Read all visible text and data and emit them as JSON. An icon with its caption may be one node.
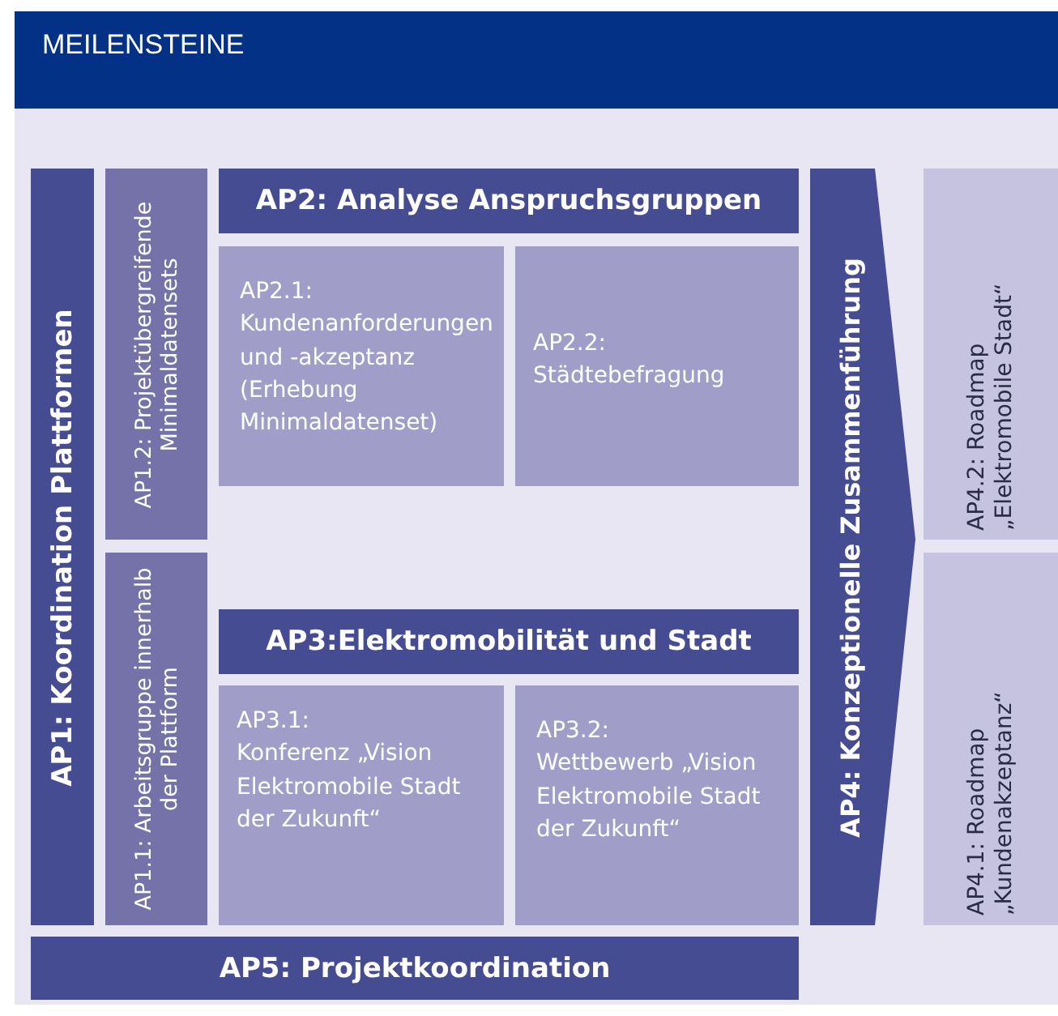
{
  "diagram": {
    "title": "MEILENSTEINE",
    "nodes": [
      {
        "text": [
          "AP1: Koordination Plattformen"
        ]
      },
      {
        "text": [
          "AP1.2: Projektübergreifende Minimaldatensets"
        ]
      },
      {
        "text": [
          "AP2: Analyse Anspruchsgruppen"
        ]
      },
      {
        "text": [
          "AP2.1:",
          "Kundenanforderungen und -akzeptanz (Erhebung Minimaldatenset)"
        ]
      },
      {
        "text": [
          "AP2.2:",
          "Städtebefragung"
        ]
      },
      {
        "text": [
          "AP4: Konzeptionelle Zusammenführung"
        ]
      },
      {
        "text": [
          "AP4.2: Roadmap „Elektromobile Stadt“"
        ]
      },
      {
        "text": [
          "AP1.1: Arbeitsgruppe innerhalb der Plattform"
        ]
      },
      {
        "text": [
          "AP3:Elektromobilität und Stadt"
        ]
      },
      {
        "text": [
          "AP3.1:",
          "Konferenz „Vision Elektromobile Stadt der Zukunft“"
        ]
      },
      {
        "text": [
          "AP3.2:",
          "Wettbewerb „Vision Elektromobile Stadt der Zukunft“"
        ]
      },
      {
        "text": [
          "AP4.1: Roadmap „Kundenakzeptanz“"
        ]
      },
      {
        "text": [
          "AP5: Projektkoordination"
        ]
      }
    ],
    "edges": []
  }
}
